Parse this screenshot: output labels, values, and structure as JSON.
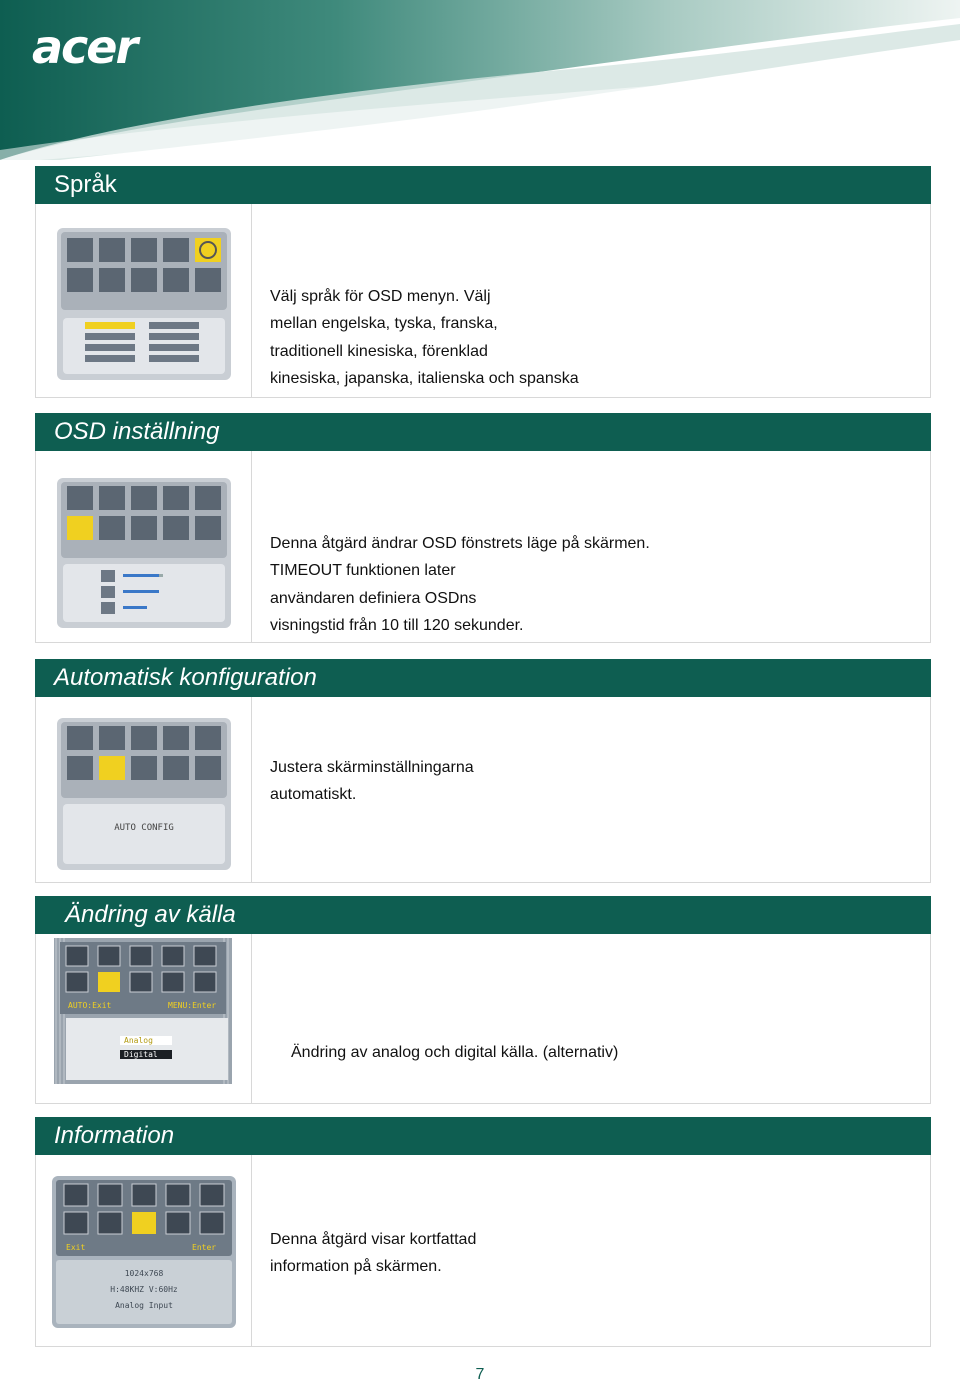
{
  "brand": {
    "logo_text": "acer"
  },
  "colors": {
    "header_bg": "#0e5e51",
    "header_text": "#ffffff",
    "osd_highlight": "#f0d020"
  },
  "sections": [
    {
      "title": "Språk",
      "lines": [
        "Välj språk för OSD menyn. Välj",
        "mellan engelska, tyska, franska,",
        "traditionell kinesiska, förenklad",
        "kinesiska, japanska, italienska och spanska"
      ],
      "image": {
        "highlighted_icon": "globe-icon"
      }
    },
    {
      "title": "OSD inställning",
      "lines": [
        "Denna åtgärd ändrar OSD fönstrets läge på skärmen.",
        "TIMEOUT funktionen later",
        "användaren definiera OSDns",
        "visningstid från 10 till 120 sekunder."
      ],
      "image": {
        "highlighted_icon": "osd-icon",
        "slider_values": [
          "50",
          "50",
          "30"
        ]
      }
    },
    {
      "title": "Automatisk konfiguration",
      "lines": [
        "Justera skärminställningarna",
        "automatiskt."
      ],
      "image": {
        "highlighted_icon": "auto-icon",
        "panel_text": "AUTO CONFIG"
      }
    },
    {
      "title": "Ändring av källa",
      "lines": [
        "Ändring av analog och digital källa. (alternativ)"
      ],
      "image": {
        "highlighted_icon": "source-icon",
        "left_hint": "AUTO:Exit",
        "right_hint": "MENU:Enter",
        "options": [
          "Analog",
          "Digital"
        ]
      }
    },
    {
      "title": "Information",
      "lines": [
        "Denna åtgärd visar kortfattad",
        "information på skärmen."
      ],
      "image": {
        "highlighted_icon": "info-icon",
        "left_hint": "Exit",
        "right_hint": "Enter",
        "info_lines": [
          "1024x768",
          "H:48KHZ V:60Hz",
          "Analog Input"
        ]
      }
    }
  ],
  "page_number": "7"
}
